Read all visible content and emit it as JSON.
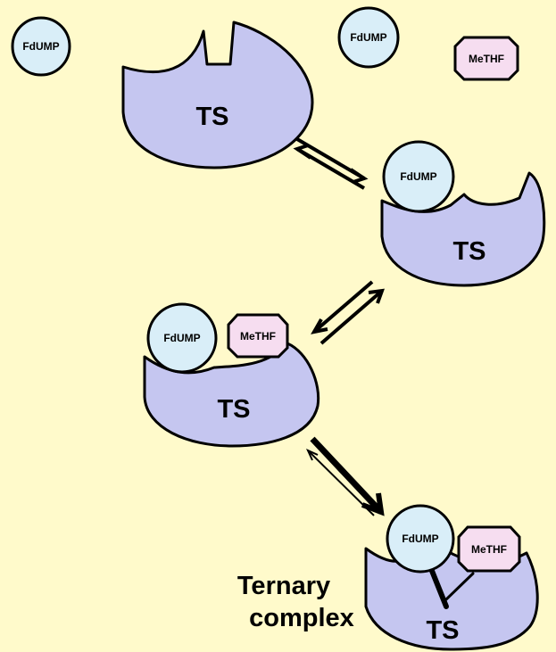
{
  "colors": {
    "background": "#FFFACB",
    "enzyme": "#C5C6F0",
    "fdump": "#D9EEF8",
    "methf": "#F6DDF0",
    "outline": "#000000"
  },
  "labels": {
    "ts": "TS",
    "fdump": "FdUMP",
    "methf": "MeTHF",
    "ternary_line1": "Ternary",
    "ternary_line2": "complex"
  }
}
